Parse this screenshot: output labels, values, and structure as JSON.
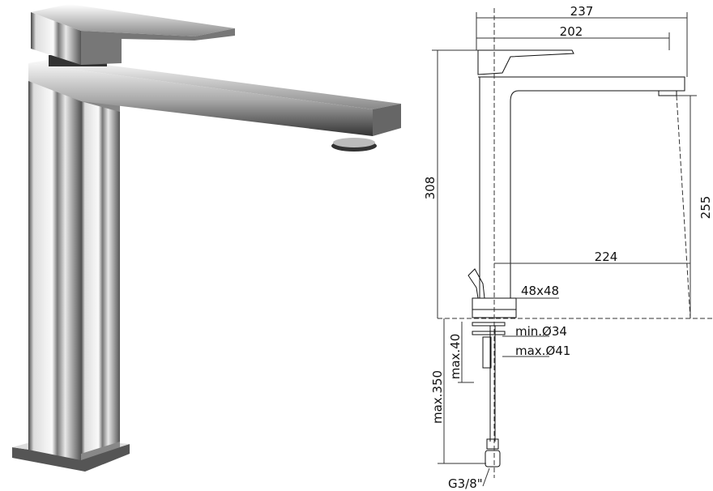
{
  "dimensions": {
    "overall_length": "237",
    "handle_length": "202",
    "total_height": "308",
    "spout_height": "255",
    "spout_reach": "224",
    "base_size": "48x48",
    "hole_min": "min.Ø34",
    "hole_max": "max.Ø41",
    "deck_thickness": "max.40",
    "hose_length": "max.350",
    "connection": "G3/8\""
  },
  "colors": {
    "line": "#111111",
    "chrome_dark": "#3a3a3a",
    "chrome_light": "#f2f2f2"
  }
}
